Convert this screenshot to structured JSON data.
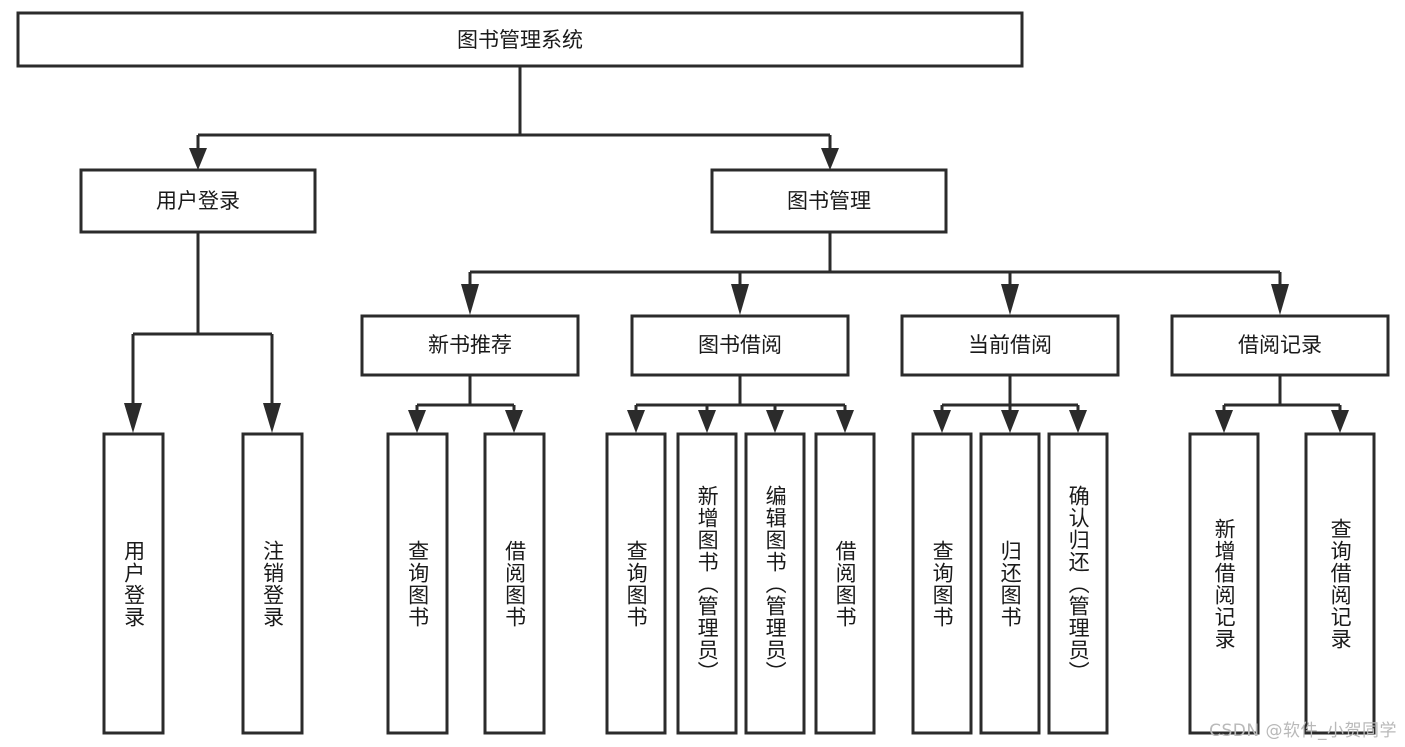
{
  "diagram": {
    "title": "图书管理系统",
    "type": "tree-hierarchy-chart",
    "root": {
      "label": "图书管理系统"
    },
    "level2": [
      {
        "label": "用户登录"
      },
      {
        "label": "图书管理"
      }
    ],
    "level3": [
      {
        "label": "新书推荐"
      },
      {
        "label": "图书借阅"
      },
      {
        "label": "当前借阅"
      },
      {
        "label": "借阅记录"
      }
    ],
    "leaves": {
      "user_login": [
        {
          "label": "用户登录"
        },
        {
          "label": "注销登录"
        }
      ],
      "new_book_recommend": [
        {
          "label": "查询图书"
        },
        {
          "label": "借阅图书"
        }
      ],
      "book_borrow": [
        {
          "label": "查询图书"
        },
        {
          "label": "新增图书（管理员）"
        },
        {
          "label": "编辑图书（管理员）"
        },
        {
          "label": "借阅图书"
        }
      ],
      "current_borrow": [
        {
          "label": "查询图书"
        },
        {
          "label": "归还图书"
        },
        {
          "label": "确认归还（管理员）"
        }
      ],
      "borrow_record": [
        {
          "label": "新增借阅记录"
        },
        {
          "label": "查询借阅记录"
        }
      ]
    }
  },
  "watermark": {
    "text": "CSDN @软件_小贺同学"
  },
  "colors": {
    "background": "#ffffff",
    "stroke": "#2b2b2b",
    "text": "#1a1a1a",
    "watermark": "#b9b9b9"
  }
}
